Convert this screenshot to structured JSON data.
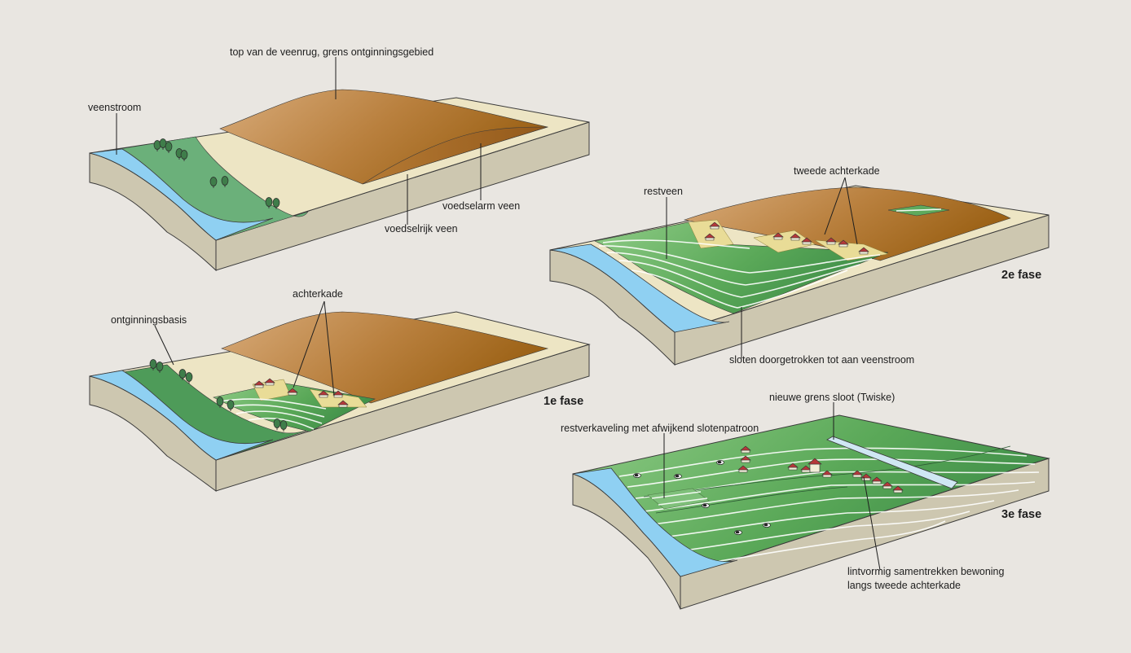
{
  "colors": {
    "background": "#e9e6e1",
    "block_side": "#cdc7b0",
    "block_edge": "#3a3a3a",
    "water": "#8fd0f2",
    "bank_green": "#6bb07a",
    "cream_strip": "#ede5c4",
    "peat_light": "#d3a36e",
    "peat_dark": "#a4691f",
    "field_light": "#8dca87",
    "field_mid": "#5ea95c",
    "field_dark": "#3e8f48",
    "farmyard": "#e9dc97",
    "roof_red": "#b5383a"
  },
  "labels": {
    "veenstroom": "veenstroom",
    "top_veenrug": "top van de veenrug, grens ontginningsgebied",
    "voedselarm": "voedselarm veen",
    "voedselrijk": "voedselrijk veen",
    "ontginningsbasis": "ontginningsbasis",
    "achterkade": "achterkade",
    "restveen": "restveen",
    "tweede_achterkade": "tweede achterkade",
    "sloten": "sloten doorgetrokken tot aan veenstroom",
    "nieuwe_grens": "nieuwe grens sloot (Twiske)",
    "restverkaveling": "restverkaveling met afwijkend slotenpatroon",
    "lintvormig_1": "lintvormig samentrekken bewoning",
    "lintvormig_2": "langs tweede achterkade"
  },
  "phases": {
    "fase1": "1e fase",
    "fase2": "2e fase",
    "fase3": "3e fase"
  },
  "icons": [
    "tree-icon",
    "farmhouse-icon",
    "cow-icon",
    "church-icon"
  ]
}
